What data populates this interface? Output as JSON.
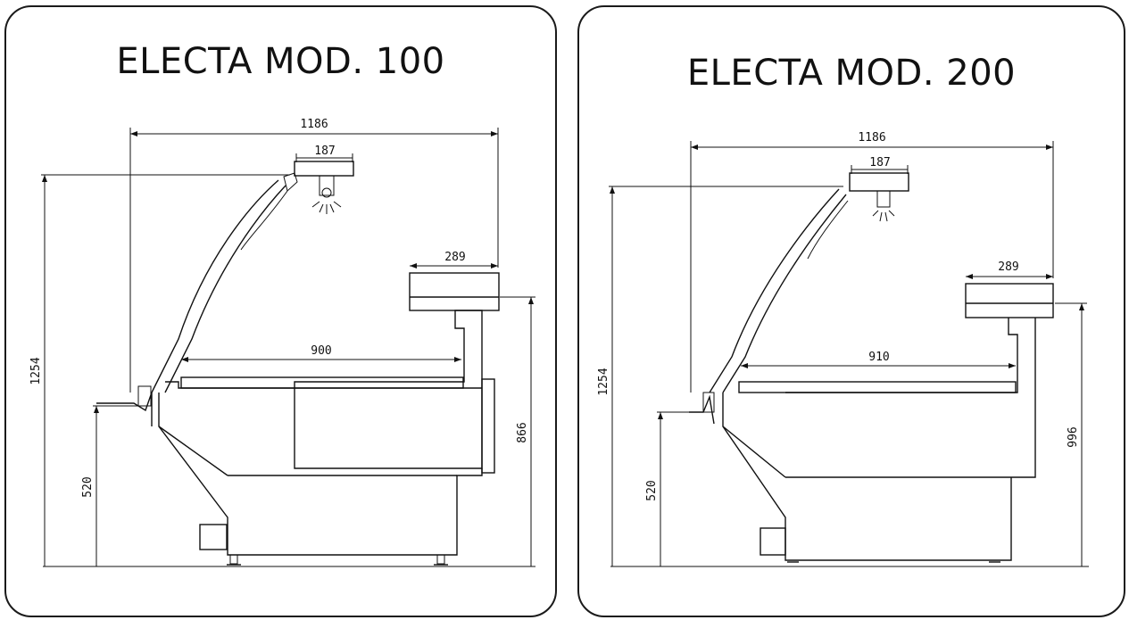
{
  "models": [
    {
      "title": "ELECTA MOD. 100",
      "dimensions": {
        "total_width": "1186",
        "lamp_width": "187",
        "shelf_width": "289",
        "tray_width": "900",
        "total_height": "1254",
        "counter_height": "866",
        "front_height": "520"
      }
    },
    {
      "title": "ELECTA MOD. 200",
      "dimensions": {
        "total_width": "1186",
        "lamp_width": "187",
        "shelf_width": "289",
        "tray_width": "910",
        "total_height": "1254",
        "counter_height": "996",
        "front_height": "520"
      }
    }
  ]
}
